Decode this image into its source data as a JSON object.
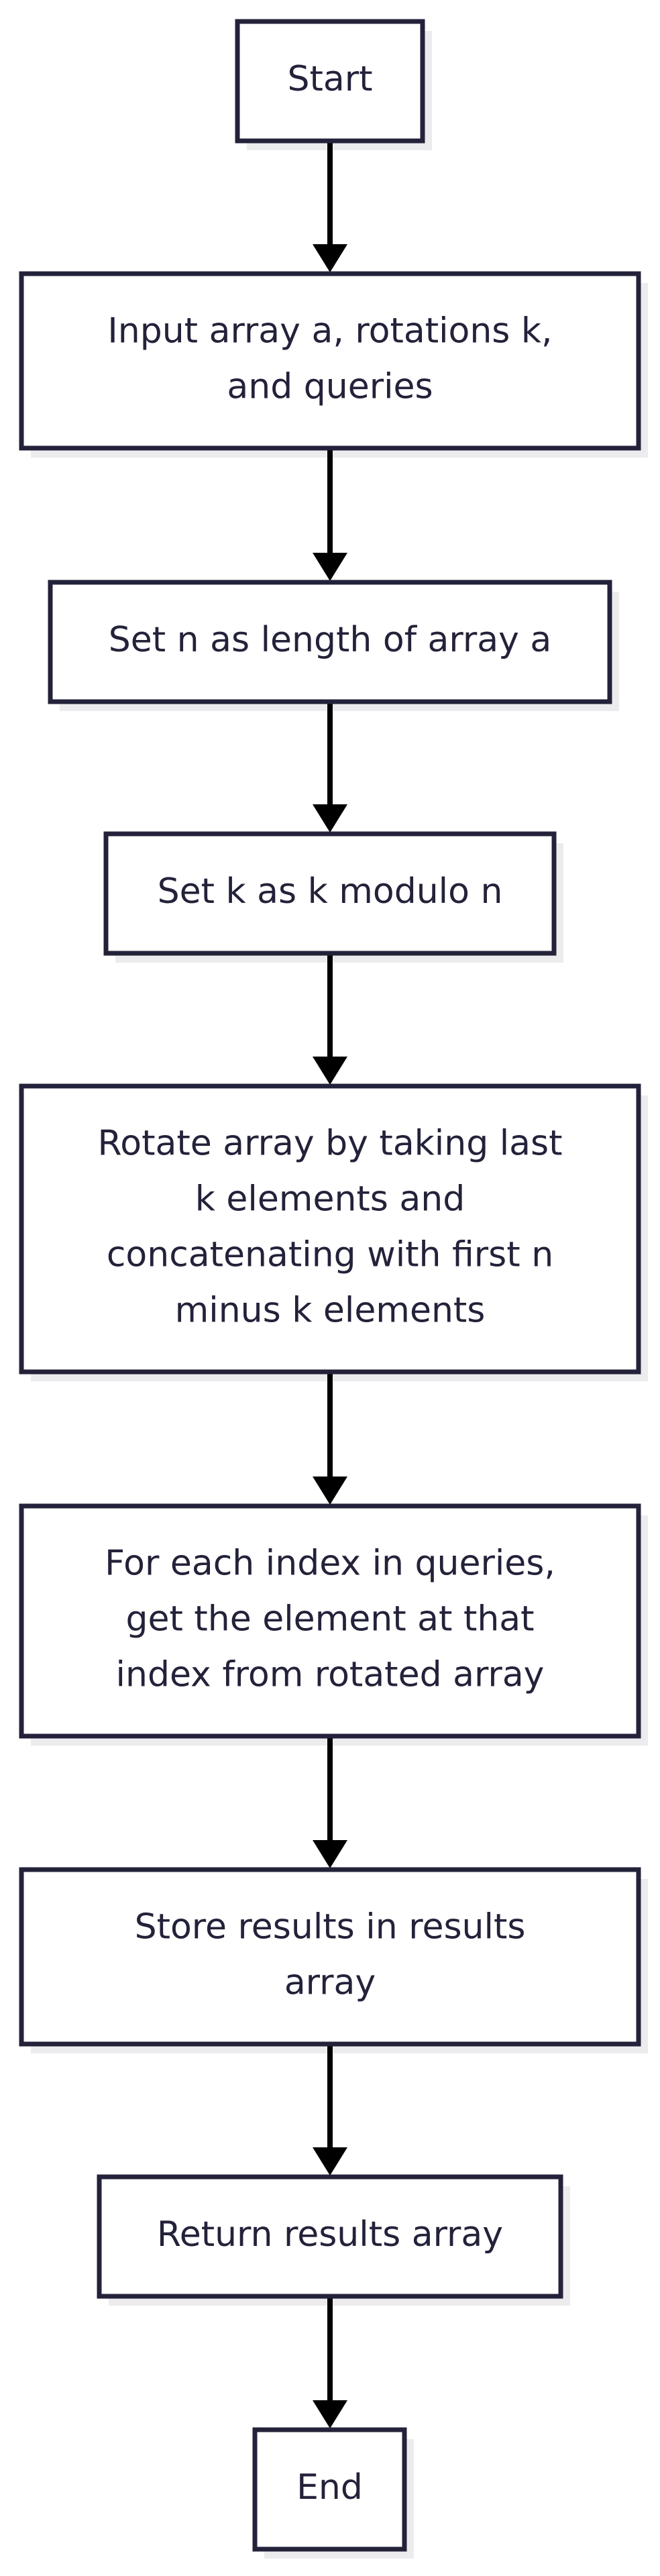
{
  "flowchart": {
    "nodes": [
      {
        "id": "start",
        "lines": [
          "Start"
        ]
      },
      {
        "id": "input",
        "lines": [
          "Input array a, rotations k,",
          "and queries"
        ]
      },
      {
        "id": "set-n",
        "lines": [
          "Set n as length of array a"
        ]
      },
      {
        "id": "set-k",
        "lines": [
          "Set k as k modulo n"
        ]
      },
      {
        "id": "rotate",
        "lines": [
          "Rotate array by taking last",
          "k elements and",
          "concatenating with first n",
          "minus k elements"
        ]
      },
      {
        "id": "query",
        "lines": [
          "For each index in queries,",
          "get the element at that",
          "index from rotated array"
        ]
      },
      {
        "id": "store",
        "lines": [
          "Store results in results",
          "array"
        ]
      },
      {
        "id": "return",
        "lines": [
          "Return results array"
        ]
      },
      {
        "id": "end",
        "lines": [
          "End"
        ]
      }
    ],
    "edges": [
      {
        "from": "start",
        "to": "input"
      },
      {
        "from": "input",
        "to": "set-n"
      },
      {
        "from": "set-n",
        "to": "set-k"
      },
      {
        "from": "set-k",
        "to": "rotate"
      },
      {
        "from": "rotate",
        "to": "query"
      },
      {
        "from": "query",
        "to": "store"
      },
      {
        "from": "store",
        "to": "return"
      },
      {
        "from": "return",
        "to": "end"
      }
    ]
  }
}
